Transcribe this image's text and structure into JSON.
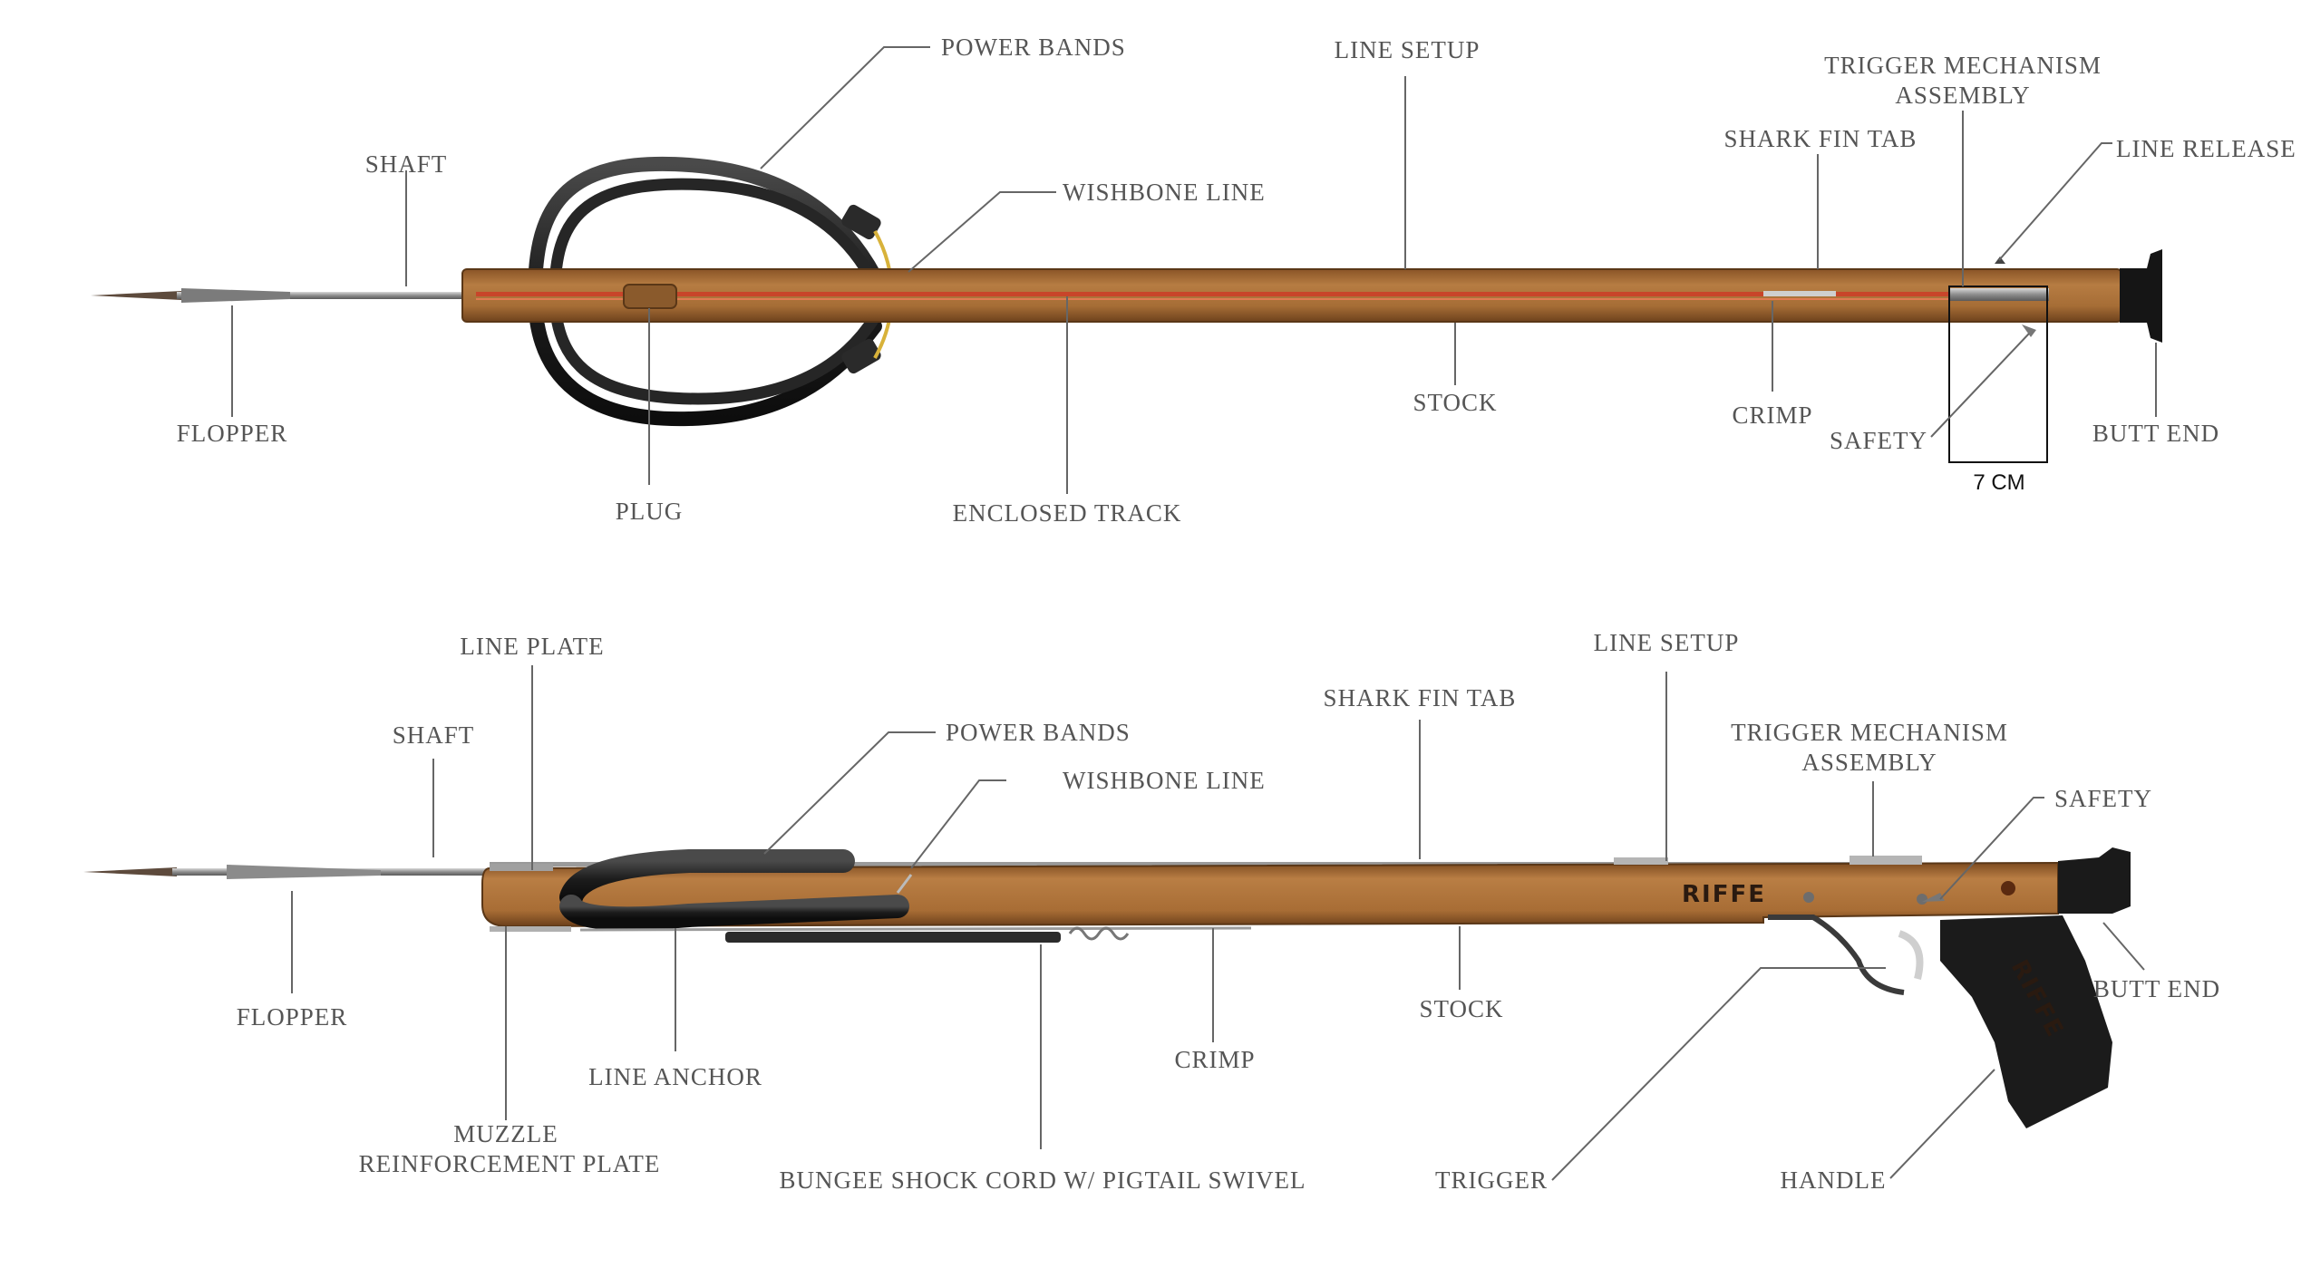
{
  "diagram_top": {
    "labels": {
      "power_bands": "POWER BANDS",
      "line_setup": "LINE SETUP",
      "trigger_mechanism_1": "TRIGGER MECHANISM",
      "trigger_mechanism_2": "ASSEMBLY",
      "shark_fin_tab": "SHARK FIN TAB",
      "line_release": "LINE RELEASE",
      "shaft": "SHAFT",
      "wishbone_line": "WISHBONE LINE",
      "flopper": "FLOPPER",
      "stock": "STOCK",
      "crimp": "CRIMP",
      "safety": "SAFETY",
      "butt_end": "BUTT END",
      "plug": "PLUG",
      "enclosed_track": "ENCLOSED TRACK"
    },
    "measurement": "7 CM"
  },
  "diagram_bottom": {
    "labels": {
      "line_plate": "LINE PLATE",
      "line_setup": "LINE SETUP",
      "shark_fin_tab": "SHARK FIN TAB",
      "shaft": "SHAFT",
      "power_bands": "POWER BANDS",
      "trigger_mechanism_1": "TRIGGER MECHANISM",
      "trigger_mechanism_2": "ASSEMBLY",
      "wishbone_line": "WISHBONE LINE",
      "safety": "SAFETY",
      "butt_end": "BUTT END",
      "flopper": "FLOPPER",
      "stock": "STOCK",
      "crimp": "CRIMP",
      "line_anchor": "LINE ANCHOR",
      "muzzle_1": "MUZZLE",
      "muzzle_2": "REINFORCEMENT PLATE",
      "bungee": "BUNGEE SHOCK CORD W/ PIGTAIL SWIVEL",
      "trigger": "TRIGGER",
      "handle": "HANDLE"
    },
    "brand_stock": "RIFFE",
    "brand_handle": "RIFFE"
  },
  "colors": {
    "wood": "#a9713a",
    "wood_dark": "#7a4c22",
    "band": "#1f1f1f",
    "track_line": "#c8452a",
    "steel": "#8a8a8a",
    "label": "#555555"
  }
}
